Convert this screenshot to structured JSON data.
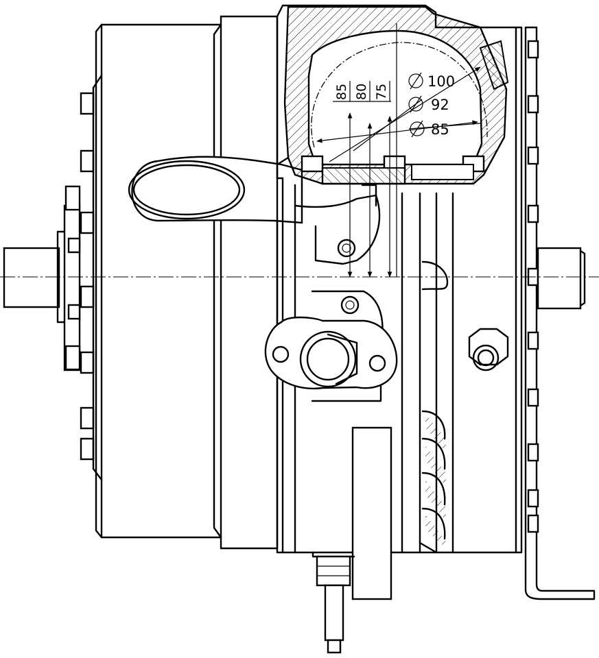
{
  "dimensions": {
    "diameters": [
      {
        "symbol": "∅",
        "value": "100"
      },
      {
        "symbol": "∅",
        "value": "92"
      },
      {
        "symbol": "∅",
        "value": "85"
      }
    ],
    "heights": [
      "85",
      "80",
      "75"
    ]
  }
}
